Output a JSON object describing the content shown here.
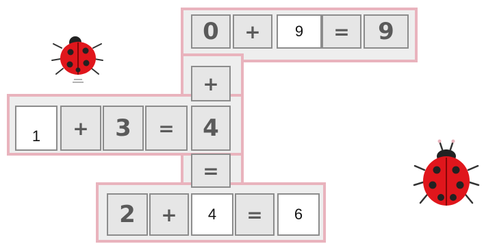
{
  "puzzle": {
    "row_top": {
      "a": "0",
      "op1": "+",
      "b": "9",
      "eq": "=",
      "result": "9"
    },
    "column": {
      "op_plus": "+",
      "op_eq": "="
    },
    "row_middle": {
      "a": "1",
      "op1": "+",
      "b": "3",
      "eq": "=",
      "result": "4"
    },
    "row_bottom": {
      "a": "2",
      "op1": "+",
      "b": "4",
      "eq": "=",
      "result": "6"
    }
  },
  "colors": {
    "frame_pink": "#e9b3bd",
    "cell_gray": "#e6e6e6",
    "ladybug_red": "#e0161c"
  },
  "decorations": [
    "ladybug-icon",
    "ladybug-icon"
  ]
}
